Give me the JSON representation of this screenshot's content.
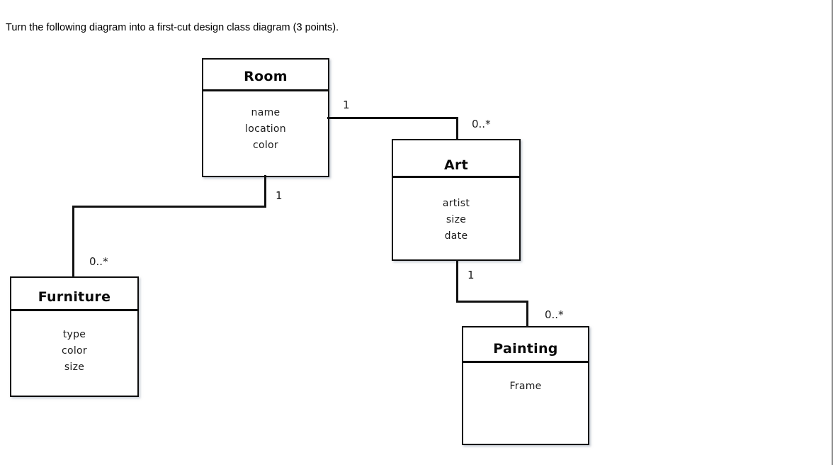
{
  "page": {
    "heading": "Turn the following diagram into a first-cut design class diagram (3 points).",
    "background_color": "#ffffff",
    "right_edge_line_color": "#8c8c8c"
  },
  "diagram": {
    "type": "uml-class-diagram",
    "line_color": "#111111",
    "box_border_color": "#0d0d0d",
    "classes": [
      {
        "name": "Room",
        "attributes": [
          "name",
          "location",
          "color"
        ]
      },
      {
        "name": "Art",
        "attributes": [
          "artist",
          "size",
          "date"
        ]
      },
      {
        "name": "Furniture",
        "attributes": [
          "type",
          "color",
          "size"
        ]
      },
      {
        "name": "Painting",
        "attributes": [
          "Frame"
        ]
      }
    ],
    "relationships": [
      {
        "from": "Room",
        "to": "Art",
        "from_label": "1",
        "to_label": "0..*"
      },
      {
        "from": "Room",
        "to": "Furniture",
        "from_label": "1",
        "to_label": "0..*"
      },
      {
        "from": "Art",
        "to": "Painting",
        "from_label": "1",
        "to_label": "0..*"
      }
    ]
  }
}
